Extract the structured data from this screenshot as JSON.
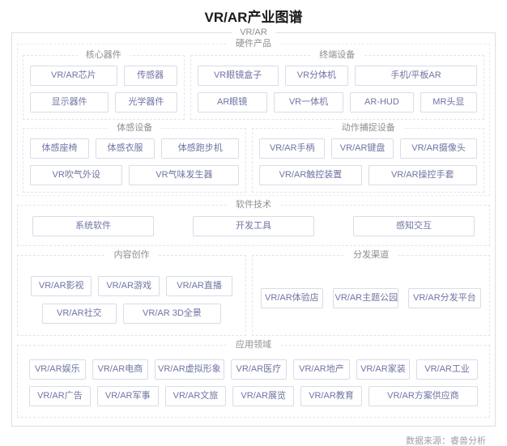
{
  "title": "VR/AR产业图谱",
  "root_label": "VR/AR",
  "footer": "数据来源：睿兽分析",
  "hardware": {
    "label": "硬件产品",
    "core": {
      "label": "核心器件",
      "rows": [
        [
          "VR/AR芯片",
          "传感器"
        ],
        [
          "显示器件",
          "光学器件"
        ]
      ]
    },
    "terminal": {
      "label": "终端设备",
      "rows": [
        [
          "VR眼镜盒子",
          "VR分体机",
          "手机/平板AR"
        ],
        [
          "AR眼镜",
          "VR一体机",
          "AR-HUD",
          "MR头显"
        ]
      ]
    },
    "somatic": {
      "label": "体感设备",
      "rows": [
        [
          "体感座椅",
          "体感衣服",
          "体感跑步机"
        ],
        [
          "VR吹气外设",
          "VR气味发生器"
        ]
      ]
    },
    "mocap": {
      "label": "动作捕捉设备",
      "rows": [
        [
          "VR/AR手柄",
          "VR/AR键盘",
          "VR/AR摄像头"
        ],
        [
          "VR/AR触控装置",
          "VR/AR操控手套"
        ]
      ]
    }
  },
  "software": {
    "label": "软件技术",
    "items": [
      "系统软件",
      "开发工具",
      "感知交互"
    ]
  },
  "content": {
    "label": "内容创作",
    "rows": [
      [
        "VR/AR影视",
        "VR/AR游戏",
        "VR/AR直播"
      ],
      [
        "VR/AR社交",
        "VR/AR 3D全景"
      ]
    ]
  },
  "distribution": {
    "label": "分发渠道",
    "items": [
      "VR/AR体验店",
      "VR/AR主题公园",
      "VR/AR分发平台"
    ]
  },
  "application": {
    "label": "应用领域",
    "rows": [
      [
        "VR/AR娱乐",
        "VR/AR电商",
        "VR/AR虚拟形象",
        "VR/AR医疗",
        "VR/AR地产",
        "VR/AR家装",
        "VR/AR工业"
      ],
      [
        "VR/AR广告",
        "VR/AR军事",
        "VR/AR文旅",
        "VR/AR展览",
        "VR/AR教育",
        "VR/AR方案供应商"
      ]
    ]
  },
  "colors": {
    "accent-text": "#6f74a3",
    "box-border": "#d9dbe8",
    "section-border": "#e4e4ee",
    "outer-border": "#dfdfe5",
    "label-text": "#8e8e93",
    "title-text": "#1a1a1a",
    "footer-text": "#a0a0a5"
  }
}
